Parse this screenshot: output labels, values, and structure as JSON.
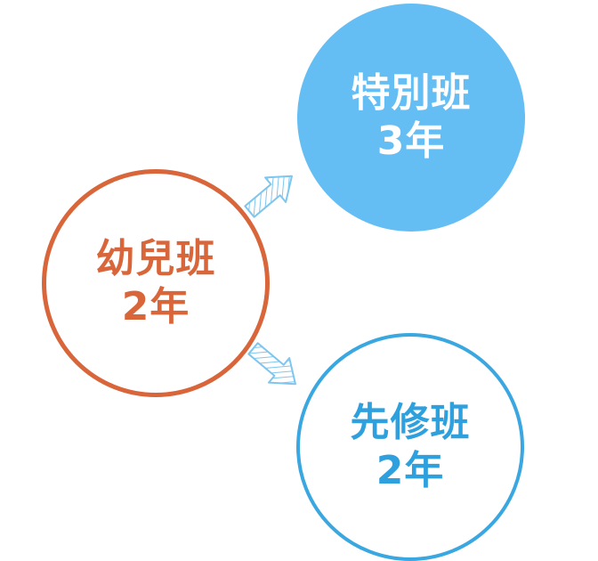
{
  "nodes": {
    "youji": {
      "line1": "幼兒班",
      "line2": "2年",
      "color": "#d9663a"
    },
    "tokubetsu": {
      "line1": "特別班",
      "line2": "3年",
      "color": "#64bef3"
    },
    "senshu": {
      "line1": "先修班",
      "line2": "2年",
      "color": "#3aa7e1"
    }
  },
  "arrow_color": "#7fc6ee"
}
